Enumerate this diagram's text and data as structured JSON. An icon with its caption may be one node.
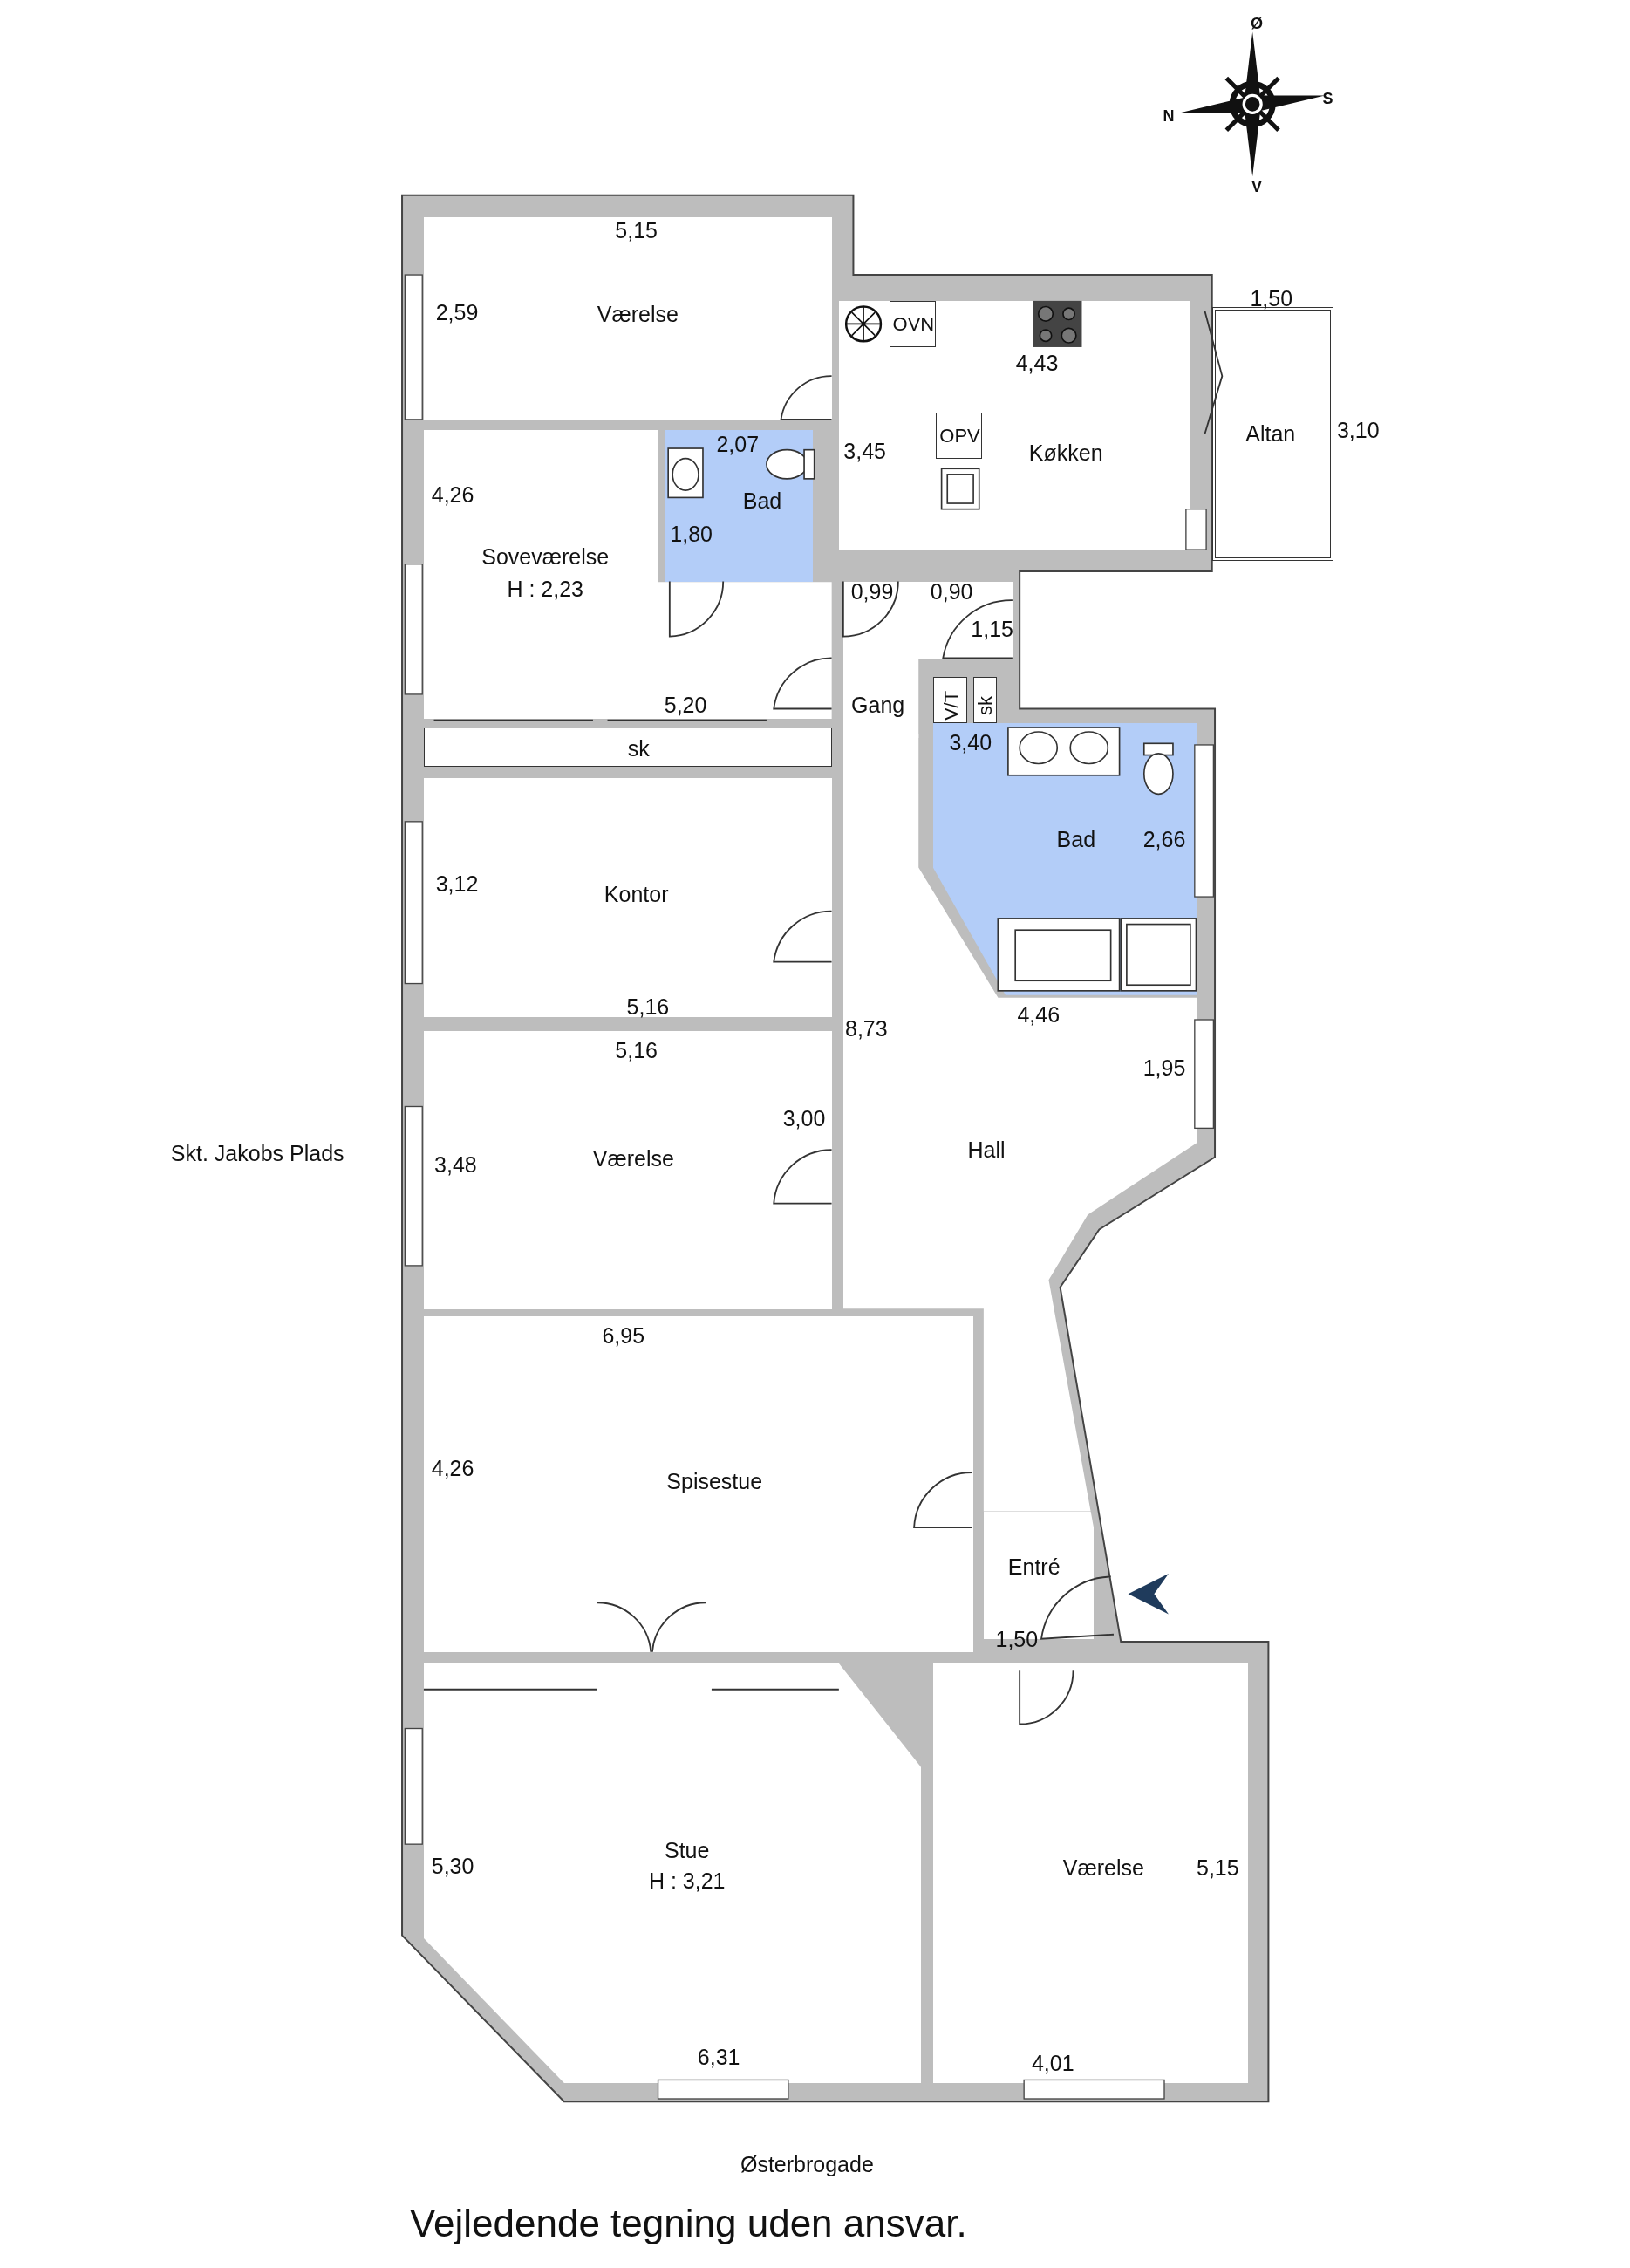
{
  "diagram": {
    "caption": "Vejledende tegning uden ansvar.",
    "nodes": [
      {
        "text": [
          "Værelse"
        ]
      },
      {
        "text": [
          "Køkken"
        ]
      },
      {
        "text": [
          "OVN"
        ],
        "in": 1
      },
      {
        "text": [
          "OPV"
        ],
        "in": 1
      },
      {
        "text": [
          "Altan"
        ]
      },
      {
        "text": [
          "Soveværelse",
          "H : 2,23"
        ]
      },
      {
        "text": [
          "Bad"
        ]
      },
      {
        "text": [
          "Gang"
        ]
      },
      {
        "text": [
          "sk"
        ]
      },
      {
        "text": [
          "V/T"
        ],
        "in": 7
      },
      {
        "text": [
          "sk"
        ],
        "in": 7
      },
      {
        "text": [
          "Bad"
        ]
      },
      {
        "text": [
          "Kontor"
        ]
      },
      {
        "text": [
          "Værelse"
        ]
      },
      {
        "text": [
          "Hall"
        ]
      },
      {
        "text": [
          "Spisestue"
        ]
      },
      {
        "text": [
          "Entré"
        ]
      },
      {
        "text": [
          "Stue",
          "H : 3,21"
        ]
      },
      {
        "text": [
          "Værelse"
        ]
      }
    ],
    "labels": [
      "Ø",
      "S",
      "N",
      "V",
      "5,15",
      "2,59",
      "1,50",
      "4,43",
      "3,10",
      "2,07",
      "3,45",
      "4,26",
      "1,80",
      "0,99",
      "0,90",
      "1,15",
      "5,20",
      "3,40",
      "2,66",
      "3,12",
      "5,16",
      "4,46",
      "8,73",
      "5,16",
      "1,95",
      "3,00",
      "Skt. Jakobs Plads",
      "3,48",
      "6,95",
      "4,26",
      "1,50",
      "5,30",
      "5,15",
      "6,31",
      "4,01",
      "Østerbrogade"
    ]
  }
}
